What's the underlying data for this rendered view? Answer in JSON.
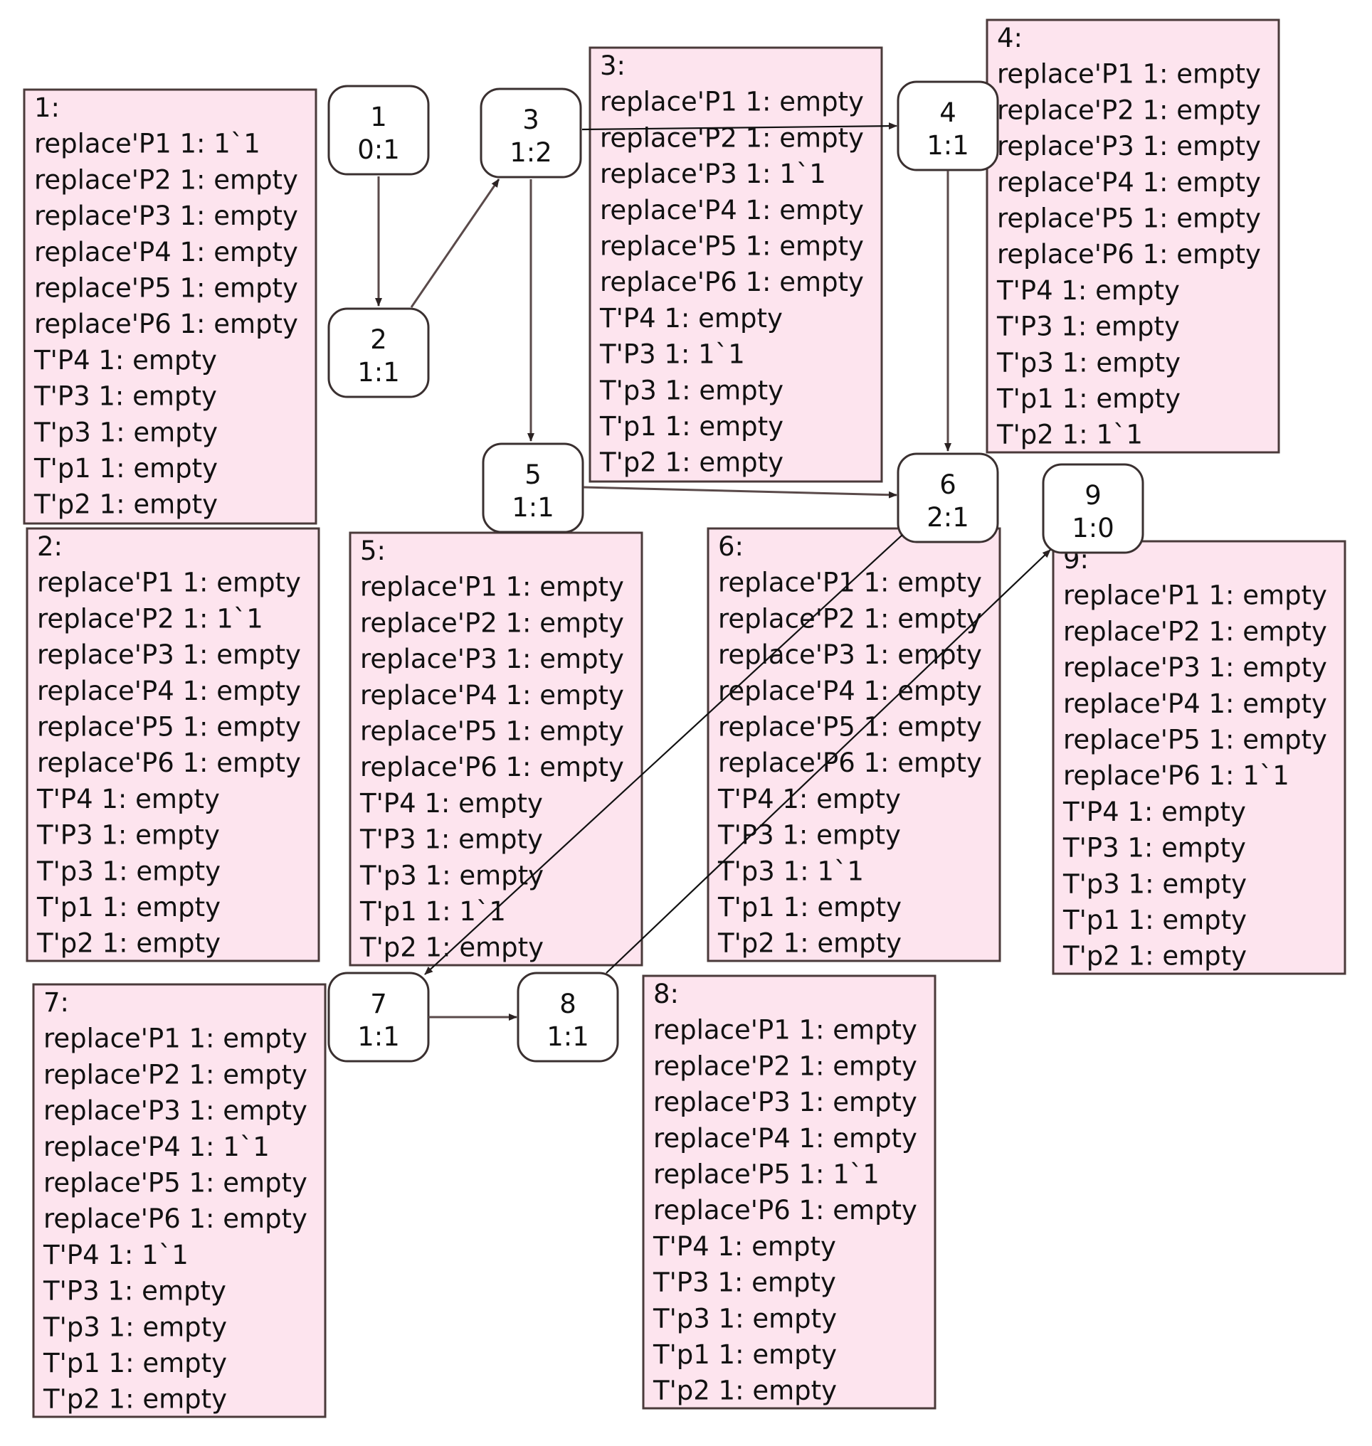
{
  "colors": {
    "box_fill": "#fde4ee",
    "box_stroke": "#4a3a3a",
    "node_stroke": "#3a3030",
    "arc": "#5a4a4a"
  },
  "nodes": [
    {
      "id": "1",
      "label": "1",
      "sub": "0:1"
    },
    {
      "id": "2",
      "label": "2",
      "sub": "1:1"
    },
    {
      "id": "3",
      "label": "3",
      "sub": "1:2"
    },
    {
      "id": "4",
      "label": "4",
      "sub": "1:1"
    },
    {
      "id": "5",
      "label": "5",
      "sub": "1:1"
    },
    {
      "id": "6",
      "label": "6",
      "sub": "2:1"
    },
    {
      "id": "7",
      "label": "7",
      "sub": "1:1"
    },
    {
      "id": "8",
      "label": "8",
      "sub": "1:1"
    },
    {
      "id": "9",
      "label": "9",
      "sub": "1:0"
    }
  ],
  "arcs": [
    {
      "from": "1",
      "to": "2"
    },
    {
      "from": "2",
      "to": "3"
    },
    {
      "from": "3",
      "to": "4"
    },
    {
      "from": "3",
      "to": "5"
    },
    {
      "from": "4",
      "to": "6"
    },
    {
      "from": "5",
      "to": "6"
    },
    {
      "from": "6",
      "to": "7"
    },
    {
      "from": "7",
      "to": "8"
    },
    {
      "from": "8",
      "to": "9"
    }
  ],
  "markings": [
    {
      "id": "1",
      "title": "1:",
      "lines": [
        "replace'P1 1: 1`1",
        "replace'P2 1: empty",
        "replace'P3 1: empty",
        "replace'P4 1: empty",
        "replace'P5 1: empty",
        "replace'P6 1: empty",
        "T'P4 1: empty",
        "T'P3 1: empty",
        "T'p3 1: empty",
        "T'p1 1: empty",
        "T'p2 1: empty"
      ]
    },
    {
      "id": "2",
      "title": "2:",
      "lines": [
        "replace'P1 1: empty",
        "replace'P2 1: 1`1",
        "replace'P3 1: empty",
        "replace'P4 1: empty",
        "replace'P5 1: empty",
        "replace'P6 1: empty",
        "T'P4 1: empty",
        "T'P3 1: empty",
        "T'p3 1: empty",
        "T'p1 1: empty",
        "T'p2 1: empty"
      ]
    },
    {
      "id": "3",
      "title": "3:",
      "lines": [
        "replace'P1 1: empty",
        "replace'P2 1: empty",
        "replace'P3 1: 1`1",
        "replace'P4 1: empty",
        "replace'P5 1: empty",
        "replace'P6 1: empty",
        "T'P4 1: empty",
        "T'P3 1: 1`1",
        "T'p3 1: empty",
        "T'p1 1: empty",
        "T'p2 1: empty"
      ]
    },
    {
      "id": "4",
      "title": "4:",
      "lines": [
        "replace'P1 1: empty",
        "replace'P2 1: empty",
        "replace'P3 1: empty",
        "replace'P4 1: empty",
        "replace'P5 1: empty",
        "replace'P6 1: empty",
        "T'P4 1: empty",
        "T'P3 1: empty",
        "T'p3 1: empty",
        "T'p1 1: empty",
        "T'p2 1: 1`1"
      ]
    },
    {
      "id": "5",
      "title": "5:",
      "lines": [
        "replace'P1 1: empty",
        "replace'P2 1: empty",
        "replace'P3 1: empty",
        "replace'P4 1: empty",
        "replace'P5 1: empty",
        "replace'P6 1: empty",
        "T'P4 1: empty",
        "T'P3 1: empty",
        "T'p3 1: empty",
        "T'p1 1: 1`1",
        "T'p2 1: empty"
      ]
    },
    {
      "id": "6",
      "title": "6:",
      "lines": [
        "replace'P1 1: empty",
        "replace'P2 1: empty",
        "replace'P3 1: empty",
        "replace'P4 1: empty",
        "replace'P5 1: empty",
        "replace'P6 1: empty",
        "T'P4 1: empty",
        "T'P3 1: empty",
        "T'p3 1: 1`1",
        "T'p1 1: empty",
        "T'p2 1: empty"
      ]
    },
    {
      "id": "7",
      "title": "7:",
      "lines": [
        "replace'P1 1: empty",
        "replace'P2 1: empty",
        "replace'P3 1: empty",
        "replace'P4 1: 1`1",
        "replace'P5 1: empty",
        "replace'P6 1: empty",
        "T'P4 1: 1`1",
        "T'P3 1: empty",
        "T'p3 1: empty",
        "T'p1 1: empty",
        "T'p2 1: empty"
      ]
    },
    {
      "id": "8",
      "title": "8:",
      "lines": [
        "replace'P1 1: empty",
        "replace'P2 1: empty",
        "replace'P3 1: empty",
        "replace'P4 1: empty",
        "replace'P5 1: 1`1",
        "replace'P6 1: empty",
        "T'P4 1: empty",
        "T'P3 1: empty",
        "T'p3 1: empty",
        "T'p1 1: empty",
        "T'p2 1: empty"
      ]
    },
    {
      "id": "9",
      "title": "9:",
      "lines": [
        "replace'P1 1: empty",
        "replace'P2 1: empty",
        "replace'P3 1: empty",
        "replace'P4 1: empty",
        "replace'P5 1: empty",
        "replace'P6 1: 1`1",
        "T'P4 1: empty",
        "T'P3 1: empty",
        "T'p3 1: empty",
        "T'p1 1: empty",
        "T'p2 1: empty"
      ]
    }
  ]
}
